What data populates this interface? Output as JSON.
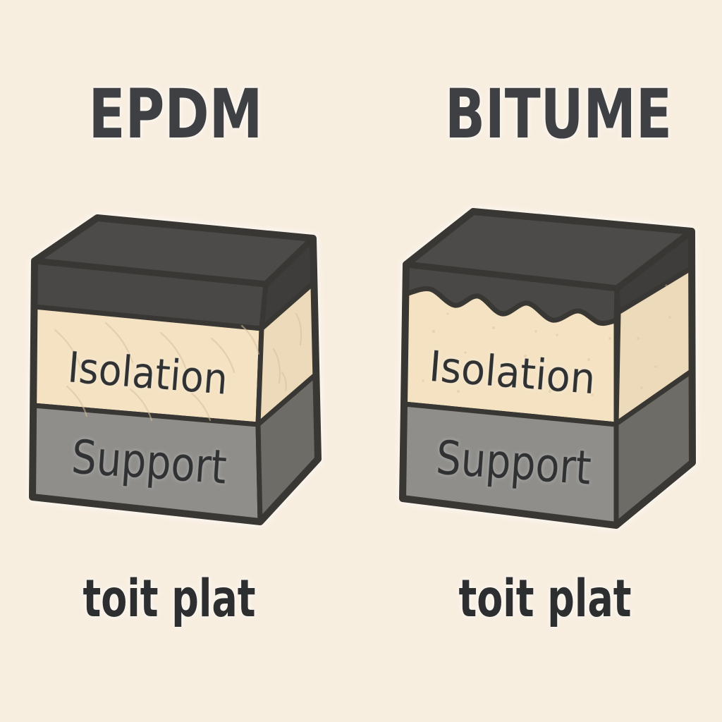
{
  "figure": {
    "type": "comparison-diagram",
    "subject": "flat roof membrane build-up comparison",
    "panels": [
      {
        "id": "epdm",
        "title": "EPDM",
        "caption": "toit plat",
        "box_layers": [
          {
            "name": "membrane",
            "material": "EPDM",
            "label": ""
          },
          {
            "name": "insulation",
            "label": "Isolation"
          },
          {
            "name": "support",
            "label": "Support"
          }
        ]
      },
      {
        "id": "bitume",
        "title": "BITUME",
        "caption": "toit plat",
        "box_layers": [
          {
            "name": "membrane",
            "material": "BITUME",
            "label": ""
          },
          {
            "name": "insulation",
            "label": "Isolation"
          },
          {
            "name": "support",
            "label": "Support"
          }
        ]
      }
    ]
  },
  "colors": {
    "background": "#f8eee0",
    "outline": "#383733",
    "membrane_top": "#4c4b49",
    "membrane_front": "#494846",
    "membrane_side": "#3e3d3b",
    "insulation_front": "#f4e2c2",
    "insulation_side": "#eddaba",
    "insulation_texture": "#d8bf9b",
    "support_front": "#8f8e8a",
    "support_side": "#6d6c66",
    "title_text": "#3e4043",
    "layer_text": "#2f3133",
    "caption_text": "#2c2e30"
  }
}
